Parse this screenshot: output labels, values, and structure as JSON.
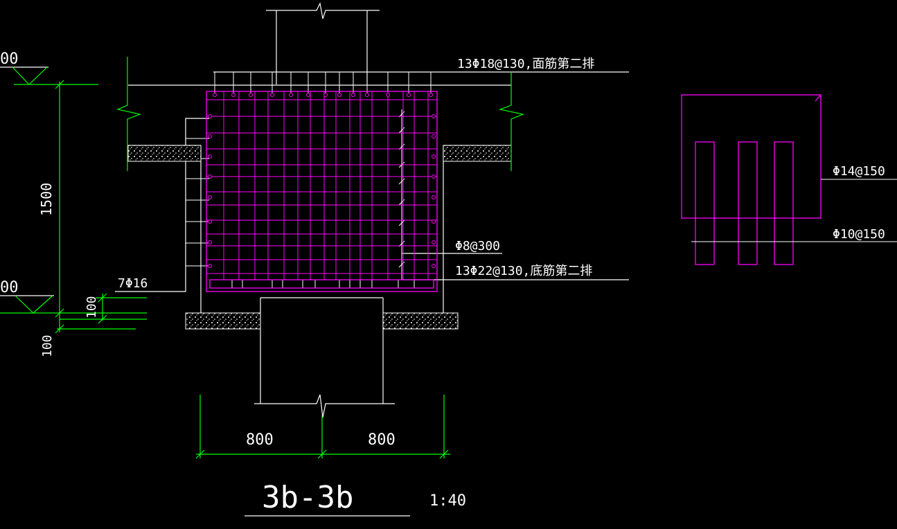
{
  "drawing": {
    "background": "#000000",
    "colors": {
      "structure": "#ffffff",
      "rebar": "#ff00ff",
      "dimension": "#00ff00",
      "text": "#ffffff",
      "concrete_fill": "#ffffff"
    }
  },
  "labels": {
    "top_rebar": "13Φ18@130,面筋第二排",
    "stirrup": "Φ8@300",
    "bottom_rebar": "13Φ22@130,底筋第二排",
    "side_rebar": "7Φ16",
    "detail_top_rebar": "Φ14@150",
    "detail_bottom_rebar": "Φ10@150"
  },
  "dimensions": {
    "height_total": "1500",
    "pad_thickness_1": "100",
    "pad_thickness_2": "100",
    "width_left": "800",
    "width_right": "800"
  },
  "elevations": {
    "upper_partial": "00",
    "lower_partial": "00"
  },
  "title": {
    "section": "3b-3b",
    "scale": "1:40"
  }
}
